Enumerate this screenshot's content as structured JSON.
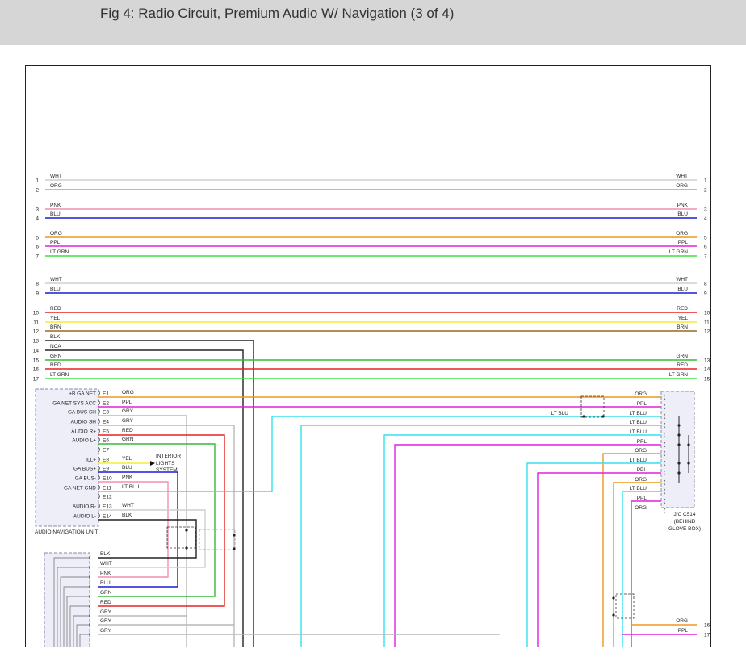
{
  "header": {
    "title": "Fig 4: Radio Circuit, Premium Audio W/ Navigation (3 of 4)"
  },
  "colors": {
    "WHT": "#cfcfcf",
    "ORG": "#f0961e",
    "PNK": "#f48fb1",
    "BLU": "#1a1ae0",
    "PPL": "#e020e0",
    "LT GRN": "#40e040",
    "RED": "#e82020",
    "YEL": "#f2ee30",
    "BRN": "#9a6a1a",
    "BLK": "#222222",
    "NCA": "#222222",
    "GRN": "#33bb33",
    "GRY": "#b8b8b8",
    "LT BLU": "#30e0f0"
  },
  "harness_top": {
    "left_pins": [
      {
        "pin": "1",
        "color": "WHT"
      },
      {
        "pin": "2",
        "color": "ORG"
      },
      {
        "pin": "3",
        "color": "PNK"
      },
      {
        "pin": "4",
        "color": "BLU"
      },
      {
        "pin": "5",
        "color": "ORG"
      },
      {
        "pin": "6",
        "color": "PPL"
      },
      {
        "pin": "7",
        "color": "LT GRN"
      },
      {
        "pin": "8",
        "color": "WHT"
      },
      {
        "pin": "9",
        "color": "BLU"
      },
      {
        "pin": "10",
        "color": "RED"
      },
      {
        "pin": "11",
        "color": "YEL"
      },
      {
        "pin": "12",
        "color": "BRN"
      },
      {
        "pin": "13",
        "color": "BLK"
      },
      {
        "pin": "14",
        "color": "NCA"
      },
      {
        "pin": "15",
        "color": "GRN"
      },
      {
        "pin": "16",
        "color": "RED"
      },
      {
        "pin": "17",
        "color": "LT GRN"
      }
    ],
    "right_pins": [
      {
        "pin": "1",
        "color": "WHT"
      },
      {
        "pin": "2",
        "color": "ORG"
      },
      {
        "pin": "3",
        "color": "PNK"
      },
      {
        "pin": "4",
        "color": "BLU"
      },
      {
        "pin": "5",
        "color": "ORG"
      },
      {
        "pin": "6",
        "color": "PPL"
      },
      {
        "pin": "7",
        "color": "LT GRN"
      },
      {
        "pin": "8",
        "color": "WHT"
      },
      {
        "pin": "9",
        "color": "BLU"
      },
      {
        "pin": "10",
        "color": "RED"
      },
      {
        "pin": "11",
        "color": "YEL"
      },
      {
        "pin": "12",
        "color": "BRN"
      },
      {
        "pin": "13",
        "color": "GRN"
      },
      {
        "pin": "14",
        "color": "RED"
      },
      {
        "pin": "15",
        "color": "LT GRN"
      }
    ]
  },
  "audio_unit": {
    "name": "AUDIO NAVIGATION UNIT",
    "pins": [
      {
        "pin": "E1",
        "label": "+B GA NET",
        "color": "ORG"
      },
      {
        "pin": "E2",
        "label": "GA NET SYS ACC",
        "color": "PPL"
      },
      {
        "pin": "E3",
        "label": "GA BUS SH",
        "color": "GRY"
      },
      {
        "pin": "E4",
        "label": "AUDIO SH",
        "color": "GRY"
      },
      {
        "pin": "E5",
        "label": "AUDIO R+",
        "color": "RED"
      },
      {
        "pin": "E6",
        "label": "AUDIO L+",
        "color": "GRN"
      },
      {
        "pin": "E7",
        "label": "",
        "color": ""
      },
      {
        "pin": "E8",
        "label": "ILL+",
        "color": "YEL"
      },
      {
        "pin": "E9",
        "label": "GA BUS+",
        "color": "BLU"
      },
      {
        "pin": "E10",
        "label": "GA BUS-",
        "color": "PNK"
      },
      {
        "pin": "E11",
        "label": "GA NET GND",
        "color": "LT BLU"
      },
      {
        "pin": "E12",
        "label": "",
        "color": ""
      },
      {
        "pin": "E13",
        "label": "AUDIO R-",
        "color": "WHT"
      },
      {
        "pin": "E14",
        "label": "AUDIO L-",
        "color": "BLK"
      }
    ]
  },
  "interior_lights": "INTERIOR LIGHTS SYSTEM",
  "splice_label": "LT BLU",
  "jc": {
    "name": "J/C C514",
    "location": "(BEHIND GLOVE BOX)",
    "wires": [
      "ORG",
      "PPL",
      "LT BLU",
      "LT BLU",
      "LT BLU",
      "PPL",
      "ORG",
      "LT BLU",
      "PPL",
      "ORG",
      "LT BLU",
      "PPL",
      "ORG"
    ]
  },
  "bottom_left_wires": [
    "BLK",
    "WHT",
    "PNK",
    "BLU",
    "GRN",
    "RED",
    "GRY",
    "GRY",
    "GRY"
  ],
  "bottom_right": [
    {
      "pin": "16",
      "color": "ORG"
    },
    {
      "pin": "17",
      "color": "PPL"
    }
  ]
}
